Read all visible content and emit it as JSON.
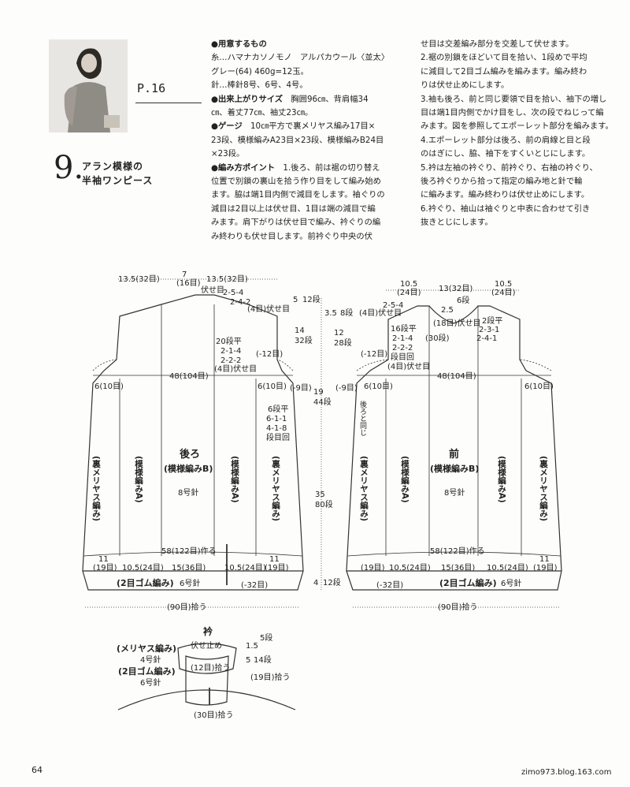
{
  "photo": {
    "icon": "model-photo"
  },
  "header": {
    "page_ref": "P.16",
    "pattern_number": "9.",
    "title_line1": "アラン模様の",
    "title_line2": "半袖ワンピース"
  },
  "instructions": {
    "materials_heading": "●用意するもの",
    "yarn_text": "糸…ハマナカソノモノ　アルパカウール〈並太〉\nグレー(64) 460g=12玉。",
    "needles_text": "針…棒針8号、6号、4号。",
    "size_heading": "●出来上がりサイズ",
    "size_text": "　胸囲96㎝、背肩幅34\n㎝、着丈77㎝、袖丈23㎝。",
    "gauge_heading": "●ゲージ",
    "gauge_text": "　10㎝平方で裏メリヤス編み17目×\n23段、模様編みA23目×23段、模様編みB24目\n×23段。",
    "points_heading": "●編み方ポイント",
    "points_text_1": "　1.後ろ、前は裾の切り替え\n位置で別鎖の裏山を拾う作り目をして編み始め\nます。脇は端1目内側で減目をします。袖ぐりの\n減目は2目以上は伏せ目、1目は端の減目で編\nみます。肩下がりは伏せ目で編み、衿ぐりの編\nみ終わりも伏せ目します。前衿ぐり中央の伏",
    "points_text_2": "せ目は交差編み部分を交差して伏せます。\n2.裾の別鎖をほどいて目を拾い、1段めで平均\nに減目して2目ゴム編みを編みます。編み終わ\nりは伏せ止めにします。\n3.袖も後ろ、前と同じ要領で目を拾い、袖下の増し\n目は端1目内側でかけ目をし、次の段でねじって編\nみます。図を参照してエポーレット部分を編みます。\n4.エポーレット部分は後ろ、前の肩線と目と段\nのはぎにし、脇、袖下をすくいとじにします。\n5.衿は左袖の衿ぐり、前衿ぐり、右袖の衿ぐり、\n後ろ衿ぐりから拾って指定の編み地と針で輪\nに編みます。編み終わりは伏せ止めにします。\n6.衿ぐり、袖山は袖ぐりと中表に合わせて引き\n抜きとじにします。"
  },
  "back_diagram": {
    "name": "後ろ",
    "pattern": "(模様編みB)",
    "needle": "8号針",
    "top_left": "13.5(32目)",
    "top_center_cm": "7",
    "top_center_sts": "(16目)",
    "top_right": "13.5(32目)",
    "bind_off": "伏せ目",
    "shoulder_dec1": "2-5-4",
    "shoulder_dec2": "2-4-2",
    "shoulder_bind": "(4目)伏せ目",
    "armhole_l1": "20段平",
    "armhole_l2": "2-1-4",
    "armhole_l3": "2-2-2",
    "armhole_bind": "(4目)伏せ目",
    "armhole_dec": "(-12目)",
    "width": "48(104目)",
    "side_left": "6(10目)",
    "side_right": "6(10目)",
    "side_dec_right": "(-9目)",
    "side_l1": "6段平",
    "side_l2": "6-1-1",
    "side_l3": "4-1-8",
    "side_l4": "段目回",
    "stockinette": "(裏メリヤス編み)",
    "cable_a": "(模様編みA)",
    "bottom_width": "58(122目)作る",
    "bottom_left": "11",
    "bottom_left_sts": "(19目)",
    "bottom_mid1": "10.5(24目)",
    "bottom_mid2": "15(36目)",
    "bottom_mid3": "10.5(24目)",
    "bottom_right": "11",
    "bottom_right_sts": "(19目)",
    "ribbing": "(2目ゴム編み)",
    "ribbing_needle": "6号針",
    "ribbing_dec": "(-32目)",
    "pickup": "(90目)拾う"
  },
  "front_diagram": {
    "name": "前",
    "pattern": "(模様編みB)",
    "needle": "8号針",
    "top_left_cm": "10.5",
    "top_left_sts": "(24目)",
    "top_center": "13(32目)",
    "top_right_cm": "10.5",
    "top_right_sts": "(24目)",
    "shoulder_dec1": "2-5-4",
    "shoulder_bind": "(4目)伏せ目",
    "neck_depth_cm": "2.5",
    "neck_depth_rows": "6段",
    "neck_bind": "(18目)伏せ目",
    "neck_flat": "2段平",
    "neck_dec1": "2-3-1",
    "neck_dec2": "2-4-1",
    "armhole_l1": "16段平",
    "armhole_l2": "2-1-4",
    "armhole_l3": "2-2-2",
    "armhole_l4": "段目回",
    "armhole_bind": "(4目)伏せ目",
    "armhole_dec": "(-12目)",
    "neck_rows": "(30段)",
    "width": "48(104目)",
    "side_left": "6(10目)",
    "side_right": "6(10目)",
    "side_dec_left": "(-9目)",
    "same_as_back": "後ろと同じ",
    "stockinette": "(裏メリヤス編み)",
    "cable_a": "(模様編みA)",
    "bottom_width": "58(122目)作る",
    "bottom_left": "(19目)",
    "bottom_mid1": "10.5(24目)",
    "bottom_mid2": "15(36目)",
    "bottom_mid3": "10.5(24目)",
    "bottom_right": "11",
    "bottom_right_sts": "(19目)",
    "ribbing": "(2目ゴム編み)",
    "ribbing_needle": "6号針",
    "ribbing_dec": "(-32目)",
    "pickup": "(90目)拾う"
  },
  "side_dims": {
    "d1_cm": "5",
    "d1_rows": "12段",
    "d2_cm": "14",
    "d2_rows": "32段",
    "d3_cm": "19",
    "d3_rows": "44段",
    "d4_cm": "35",
    "d4_rows": "80段",
    "d5_cm": "4",
    "d5_rows": "12段",
    "f1_cm": "3.5",
    "f1_rows": "8段",
    "f2_cm": "12",
    "f2_rows": "28段"
  },
  "collar": {
    "title": "衿",
    "stockinette": "(メリヤス編み)",
    "stockinette_needle": "4号針",
    "ribbing": "(2目ゴム編み)",
    "ribbing_needle": "6号針",
    "bind_off": "伏せ止め",
    "pick_front": "(12目)拾う",
    "pick_side": "(19目)拾う",
    "pick_back": "(30目)拾う",
    "h1_cm": "1.5",
    "h1_rows": "5段",
    "h2_cm": "5",
    "h2_rows": "14段"
  },
  "footer": {
    "page_number": "64",
    "credit": "zimo973.blog.163.com"
  }
}
